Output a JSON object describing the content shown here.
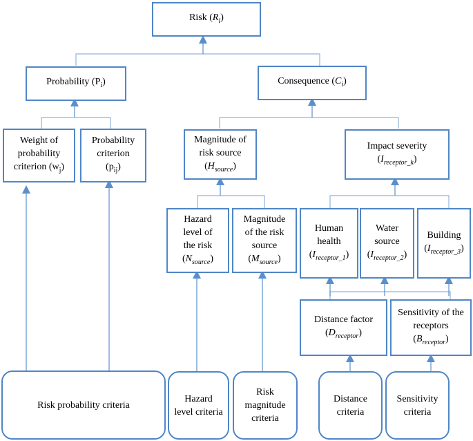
{
  "colors": {
    "box_border": "#4f86c6",
    "connector": "#8fb3dc",
    "arrow": "#5b8fcb"
  },
  "nodes": {
    "risk": {
      "text": "Risk",
      "sym": "R",
      "sub": "i"
    },
    "probability": {
      "text": "Probability",
      "sym": "P",
      "sub": "i"
    },
    "consequence": {
      "text": "Consequence",
      "sym": "C",
      "sub": "i"
    },
    "weight": {
      "l1": "Weight of",
      "l2": "probability",
      "l3": "criterion",
      "sym": "w",
      "sub": "j"
    },
    "prob_criterion": {
      "l1": "Probability",
      "l2": "criterion",
      "sym": "p",
      "sub": "ij"
    },
    "magnitude": {
      "l1": "Magnitude of",
      "l2": "risk source",
      "sym": "H",
      "sub": "source"
    },
    "impact": {
      "l1": "Impact severity",
      "sym": "I",
      "sub": "receptor_k"
    },
    "hazard_level": {
      "l1": "Hazard",
      "l2": "level of",
      "l3": "the risk",
      "sym": "N",
      "sub": "source"
    },
    "mag_risk_source": {
      "l1": "Magnitude",
      "l2": "of the risk",
      "l3": "source",
      "sym": "M",
      "sub": "source"
    },
    "human_health": {
      "l1": "Human",
      "l2": "health",
      "sym": "I",
      "sub": "receptor_1"
    },
    "water_source": {
      "l1": "Water",
      "l2": "source",
      "sym": "I",
      "sub": "receptor_2"
    },
    "building": {
      "l1": "Building",
      "sym": "I",
      "sub": "receptor_3"
    },
    "distance_factor": {
      "l1": "Distance factor",
      "sym": "D",
      "sub": "receptor"
    },
    "sensitivity": {
      "l1": "Sensitivity of the",
      "l2": "receptors",
      "sym": "B",
      "sub": "receptor"
    },
    "risk_prob_criteria": {
      "l1": "Risk probability criteria"
    },
    "hazard_criteria": {
      "l1": "Hazard",
      "l2": "level criteria"
    },
    "risk_mag_criteria": {
      "l1": "Risk",
      "l2": "magnitude",
      "l3": "criteria"
    },
    "distance_criteria": {
      "l1": "Distance",
      "l2": "criteria"
    },
    "sensitivity_criteria": {
      "l1": "Sensitivity",
      "l2": "criteria"
    }
  }
}
